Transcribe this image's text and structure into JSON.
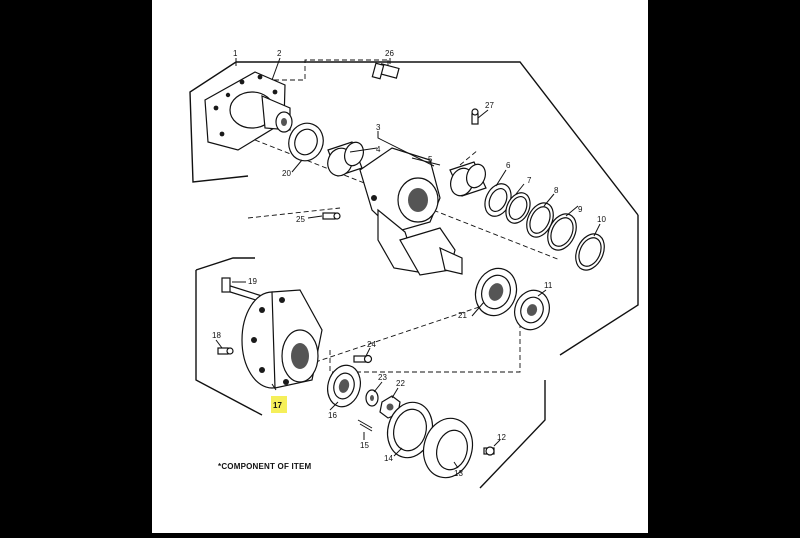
{
  "diagram": {
    "callouts": {
      "c1": "1",
      "c2": "2",
      "c3": "3",
      "c4": "4",
      "c5": "5",
      "c6": "6",
      "c7": "7",
      "c8": "8",
      "c9": "9",
      "c10": "10",
      "c11": "11",
      "c12": "12",
      "c13": "13",
      "c14": "14",
      "c15": "15",
      "c16": "16",
      "c17": "17",
      "c18": "18",
      "c19": "19",
      "c20": "20",
      "c21": "21",
      "c22": "22",
      "c23": "23",
      "c24": "24",
      "c25": "25",
      "c26": "26",
      "c27": "27"
    },
    "highlighted_callout": "17",
    "highlight_color": "#f5ef5a",
    "footnote": "*COMPONENT OF ITEM"
  }
}
